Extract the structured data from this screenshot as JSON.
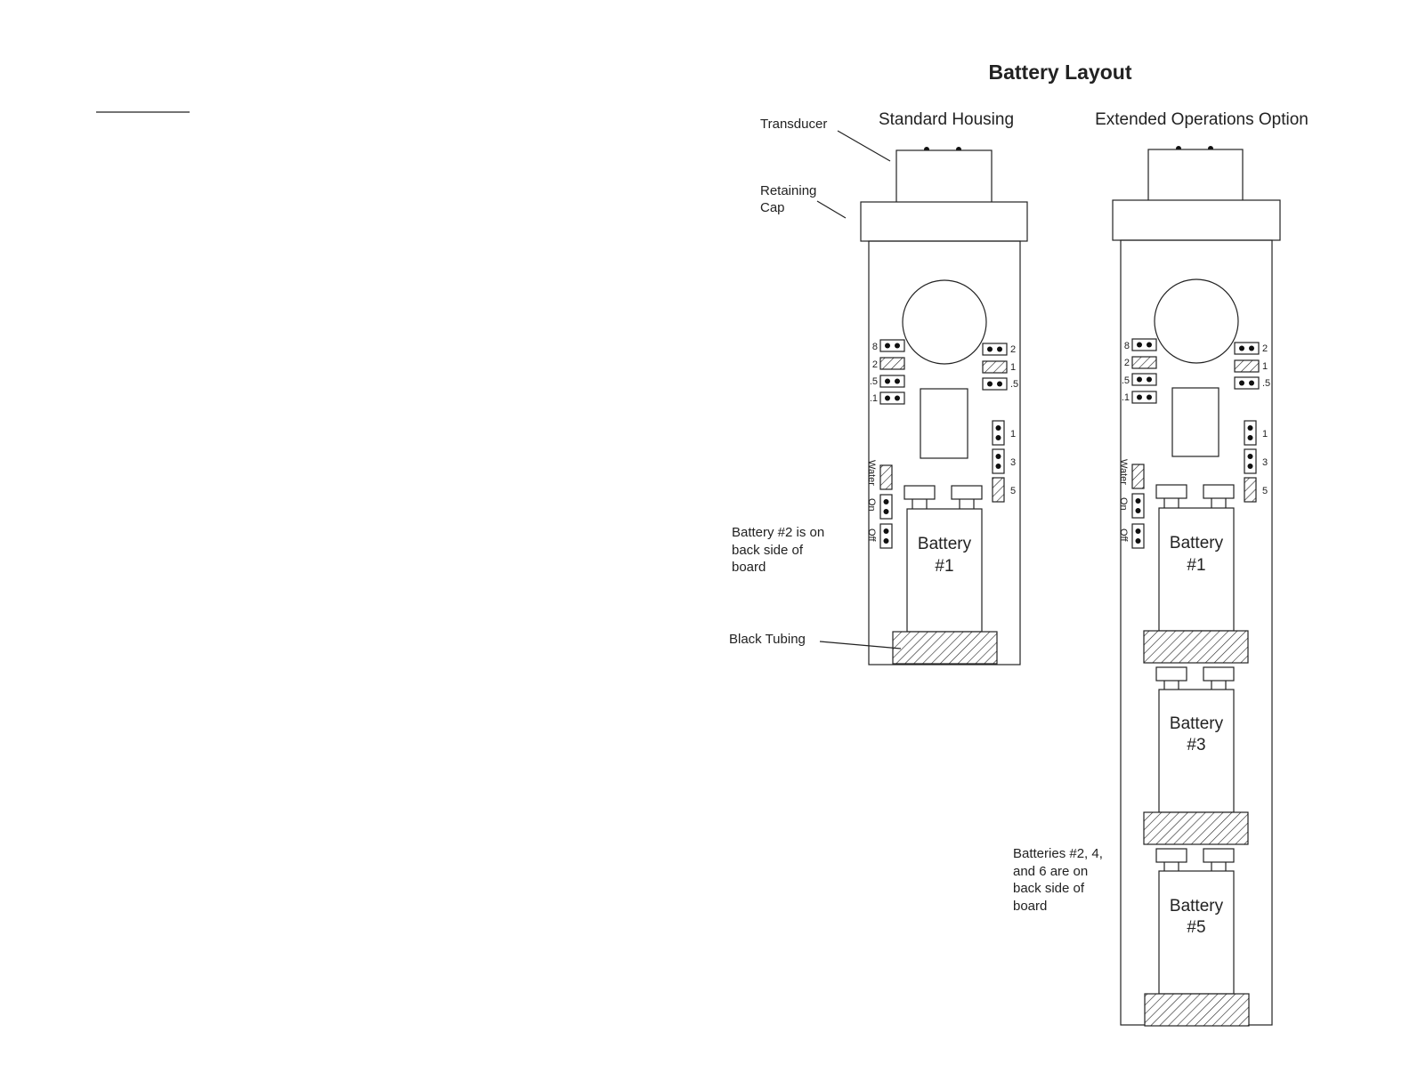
{
  "title": "Battery Layout",
  "headings": {
    "standard": "Standard Housing",
    "extended": "Extended Operations Option"
  },
  "labels": {
    "transducer": "Transducer",
    "retaining_cap_line1": "Retaining",
    "retaining_cap_line2": "Cap",
    "battery2_note": [
      "Battery #2 is on",
      "back side of",
      "board"
    ],
    "black_tubing": "Black Tubing",
    "batteries_note": [
      "Batteries #2, 4,",
      "and 6 are on",
      "back side of",
      "board"
    ]
  },
  "jumpers": {
    "left": [
      "8",
      "2",
      ".5",
      ".1"
    ],
    "right": [
      "2",
      "1",
      ".5"
    ],
    "vertical": [
      "1",
      "3",
      "5"
    ],
    "mode": [
      "Water",
      "On",
      "Off"
    ]
  },
  "batteries": {
    "standard": [
      {
        "line1": "Battery",
        "line2": "#1"
      }
    ],
    "extended": [
      {
        "line1": "Battery",
        "line2": "#1"
      },
      {
        "line1": "Battery",
        "line2": "#3"
      },
      {
        "line1": "Battery",
        "line2": "#5"
      }
    ]
  }
}
